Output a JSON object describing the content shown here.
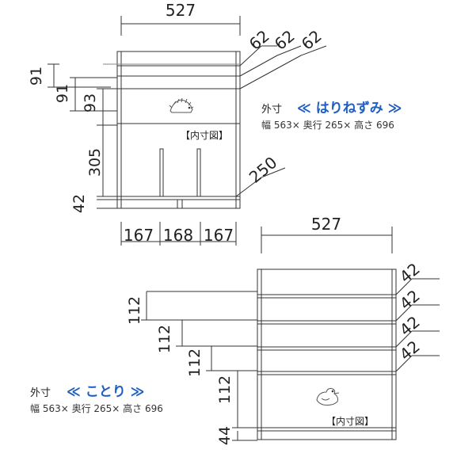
{
  "top_product": {
    "width_label": "527",
    "shelf_depths": [
      "62",
      "62",
      "62"
    ],
    "left_heights": [
      "91",
      "91",
      "93",
      "305",
      "42"
    ],
    "bottom_widths": [
      "167",
      "168",
      "167"
    ],
    "bottom_depth": "250",
    "outer_label": "外寸",
    "name": "≪ はりねずみ ≫",
    "spec": "幅 563× 奥行 265× 高さ 696",
    "inner_label": "【内寸図】"
  },
  "bottom_product": {
    "width_label": "527",
    "shelf_depths": [
      "42",
      "42",
      "42",
      "42"
    ],
    "left_heights": [
      "112",
      "112",
      "112",
      "112",
      "44"
    ],
    "outer_label": "外寸",
    "name": "≪ ことり ≫",
    "spec": "幅 563× 奥行 265× 高さ 696",
    "inner_label": "【内寸図】"
  }
}
